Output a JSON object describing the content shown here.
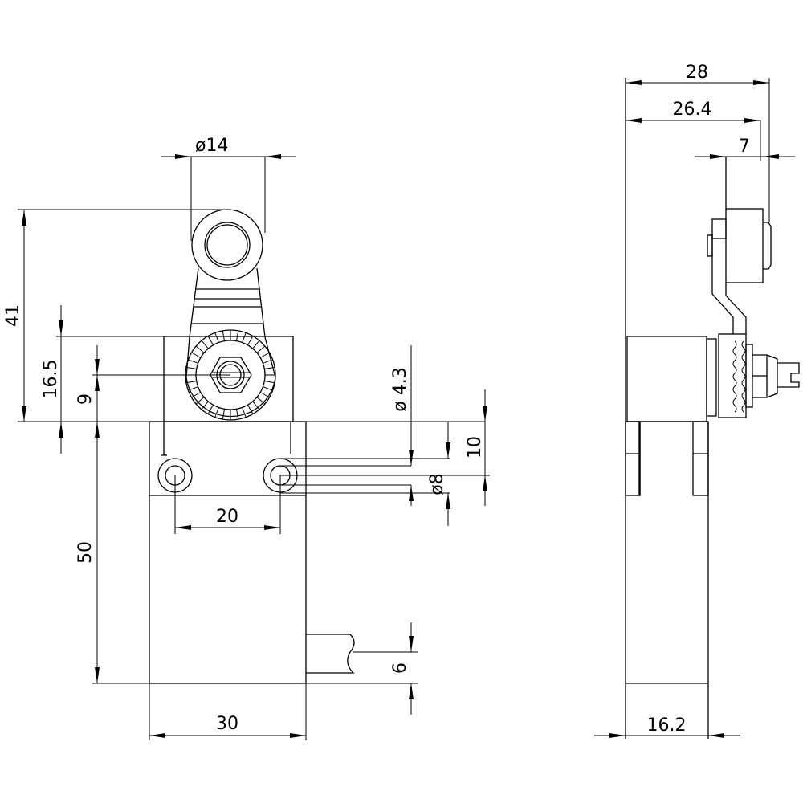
{
  "drawing": {
    "front_view": {
      "dimensions": {
        "roller_diameter": "ø14",
        "total_height": "41",
        "head_height": "16.5",
        "pivot_height": "9",
        "body_height": "50",
        "hole_spacing": "20",
        "body_width": "30",
        "hole_diameter": "ø 4.3",
        "hole_offset": "10",
        "counterbore_diameter": "ø8",
        "cable_offset": "6"
      }
    },
    "side_view": {
      "dimensions": {
        "overall_depth": "28",
        "lever_depth": "26.4",
        "roller_width": "7",
        "body_depth": "16.2"
      }
    }
  }
}
